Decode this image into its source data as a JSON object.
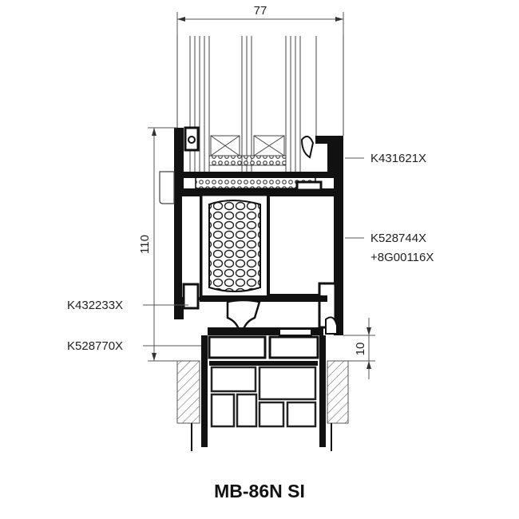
{
  "title": "MB-86N SI",
  "dimensions": {
    "width": "77",
    "height": "110",
    "offset": "10"
  },
  "labels": {
    "k431621x": "K431621X",
    "k528744x": "K528744X",
    "g00116x": "+8G00116X",
    "k432233x": "K432233X",
    "k528770x": "K528770X"
  },
  "colors": {
    "profile": "#111111",
    "line": "#555555"
  }
}
